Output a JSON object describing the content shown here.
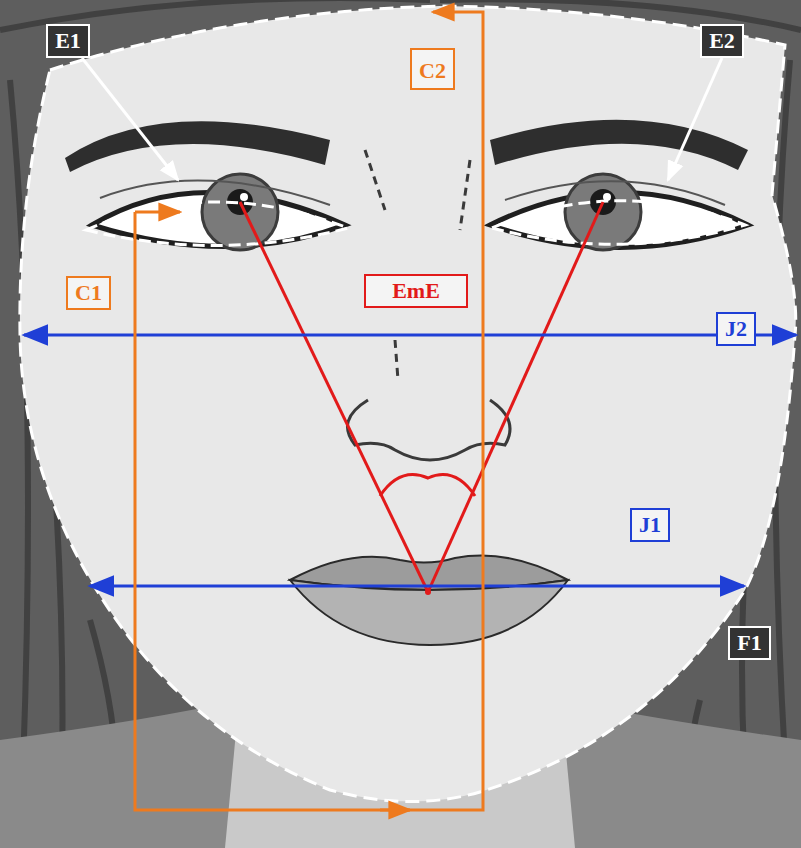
{
  "diagram": {
    "labels": [
      "E1",
      "E2",
      "C2",
      "C1",
      "EmE",
      "J2",
      "J1",
      "F1"
    ]
  }
}
